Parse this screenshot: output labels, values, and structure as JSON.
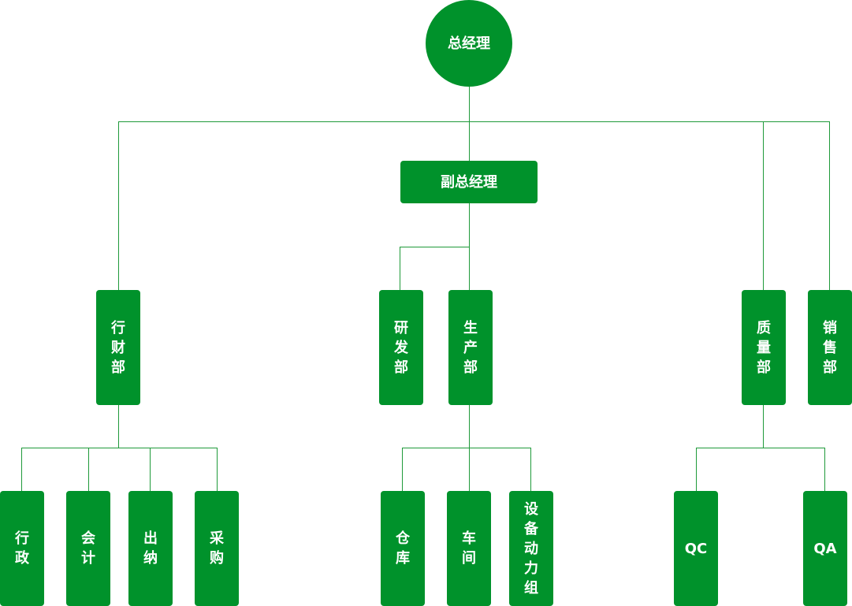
{
  "colors": {
    "node_fill": "#00922B",
    "line": "#1F9A3A",
    "text": "#FFFFFF",
    "background": "#FFFFFF"
  },
  "nodes": {
    "gm": "总经理",
    "deputy": "副总经理",
    "admin_finance": "行财部",
    "rnd": "研发部",
    "production": "生产部",
    "quality": "质量部",
    "sales": "销售部",
    "admin": "行政",
    "accounting": "会计",
    "cashier": "出纳",
    "procurement": "采购",
    "warehouse": "仓库",
    "workshop": "车间",
    "equipment_power": "设备动力组",
    "qc": "QC",
    "qa": "QA"
  }
}
